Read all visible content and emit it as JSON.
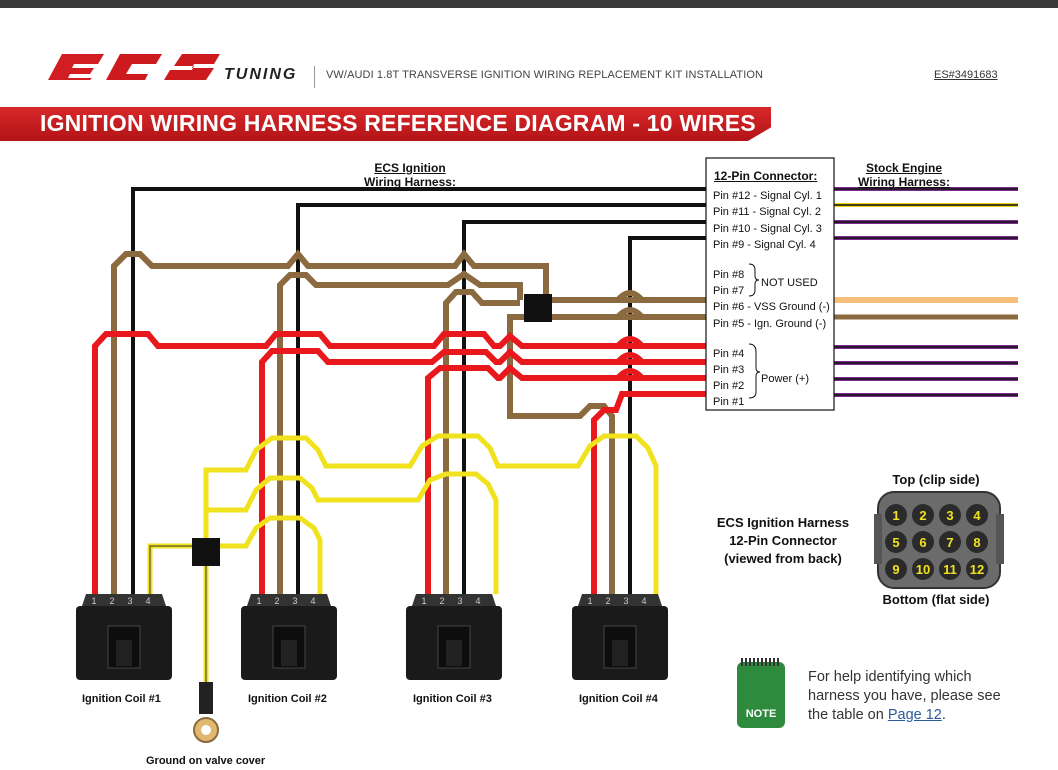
{
  "header": {
    "logo_text": "ECS TUNING",
    "doc_title": "VW/AUDI 1.8T TRANSVERSE IGNITION WIRING REPLACEMENT KIT INSTALLATION",
    "part_number": "ES#3491683"
  },
  "banner": {
    "title": "IGNITION WIRING HARNESS REFERENCE DIAGRAM - 10 WIRES"
  },
  "labels": {
    "ecs_harness": [
      "ECS Ignition",
      "Wiring Harness:"
    ],
    "stock_harness": [
      "Stock Engine",
      "Wiring Harness:"
    ],
    "ground": "Ground on valve cover"
  },
  "connector": {
    "title": "12-Pin Connector:",
    "pins": [
      "Pin #12 - Signal Cyl. 1",
      "Pin #11 - Signal Cyl. 2",
      "Pin #10 - Signal Cyl. 3",
      "Pin #9   - Signal Cyl. 4",
      "Pin #8",
      "Pin #7",
      "Pin #6 - VSS Ground (-)",
      "Pin #5 - Ign. Ground (-)",
      "Pin #4",
      "Pin #3",
      "Pin #2",
      "Pin #1"
    ],
    "not_used": "NOT USED",
    "power": "Power (+)"
  },
  "coils": [
    {
      "label": "Ignition Coil #1",
      "pins": [
        "1",
        "2",
        "3",
        "4"
      ]
    },
    {
      "label": "Ignition Coil #2",
      "pins": [
        "1",
        "2",
        "3",
        "4"
      ]
    },
    {
      "label": "Ignition Coil #3",
      "pins": [
        "1",
        "2",
        "3",
        "4"
      ]
    },
    {
      "label": "Ignition Coil #4",
      "pins": [
        "1",
        "2",
        "3",
        "4"
      ]
    }
  ],
  "pinout": {
    "top_label": "Top (clip side)",
    "bottom_label": "Bottom (flat side)",
    "caption": [
      "ECS Ignition Harness",
      "12-Pin Connector",
      "(viewed from back)"
    ],
    "pins": [
      "1",
      "2",
      "3",
      "4",
      "5",
      "6",
      "7",
      "8",
      "9",
      "10",
      "11",
      "12"
    ]
  },
  "note": {
    "icon_label": "NOTE",
    "text": "For help identifying which harness you have, please see the table on ",
    "link": "Page 12",
    "suffix": "."
  },
  "colors": {
    "power": "#e8181d",
    "ground": "#8a6a3e",
    "signal": "#111111",
    "sense": "#f0e21c",
    "banner": "#c21a1d"
  }
}
